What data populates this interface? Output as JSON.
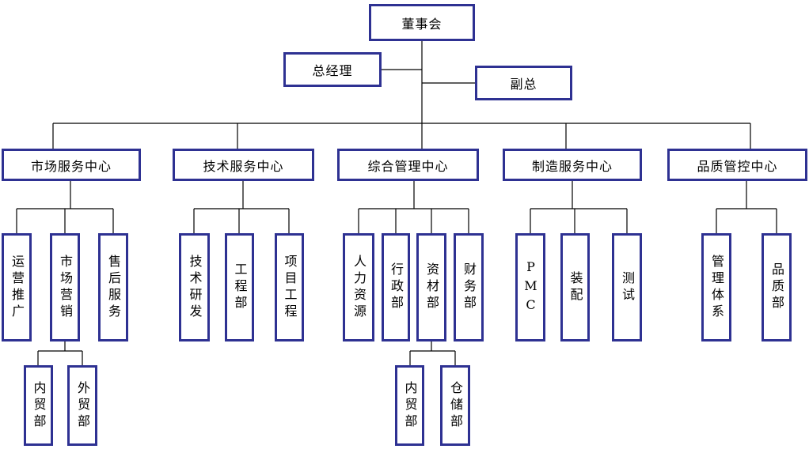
{
  "colors": {
    "box_border": "#2E3192",
    "connector": "#000000",
    "text": "#000000",
    "canvas_bg": "#FFFFFF"
  },
  "board": {
    "label": "董事会"
  },
  "general_manager": {
    "label": "总经理"
  },
  "deputy_general_manager": {
    "label": "副总"
  },
  "centers": [
    {
      "label": "市场服务中心",
      "departments": [
        {
          "label": "运营推广"
        },
        {
          "label": "市场营销",
          "children": [
            {
              "label": "内贸部"
            },
            {
              "label": "外贸部"
            }
          ]
        },
        {
          "label": "售后服务"
        }
      ]
    },
    {
      "label": "技术服务中心",
      "departments": [
        {
          "label": "技术研发"
        },
        {
          "label": "工程部"
        },
        {
          "label": "项目工程"
        }
      ]
    },
    {
      "label": "综合管理中心",
      "departments": [
        {
          "label": "人力资源"
        },
        {
          "label": "行政部"
        },
        {
          "label": "资材部",
          "children": [
            {
              "label": "内贸部"
            },
            {
              "label": "仓储部"
            }
          ]
        },
        {
          "label": "财务部"
        }
      ]
    },
    {
      "label": "制造服务中心",
      "departments": [
        {
          "label": "PMC"
        },
        {
          "label": "装配"
        },
        {
          "label": "测试"
        }
      ]
    },
    {
      "label": "品质管控中心",
      "departments": [
        {
          "label": "管理体系"
        },
        {
          "label": "品质部"
        }
      ]
    }
  ]
}
